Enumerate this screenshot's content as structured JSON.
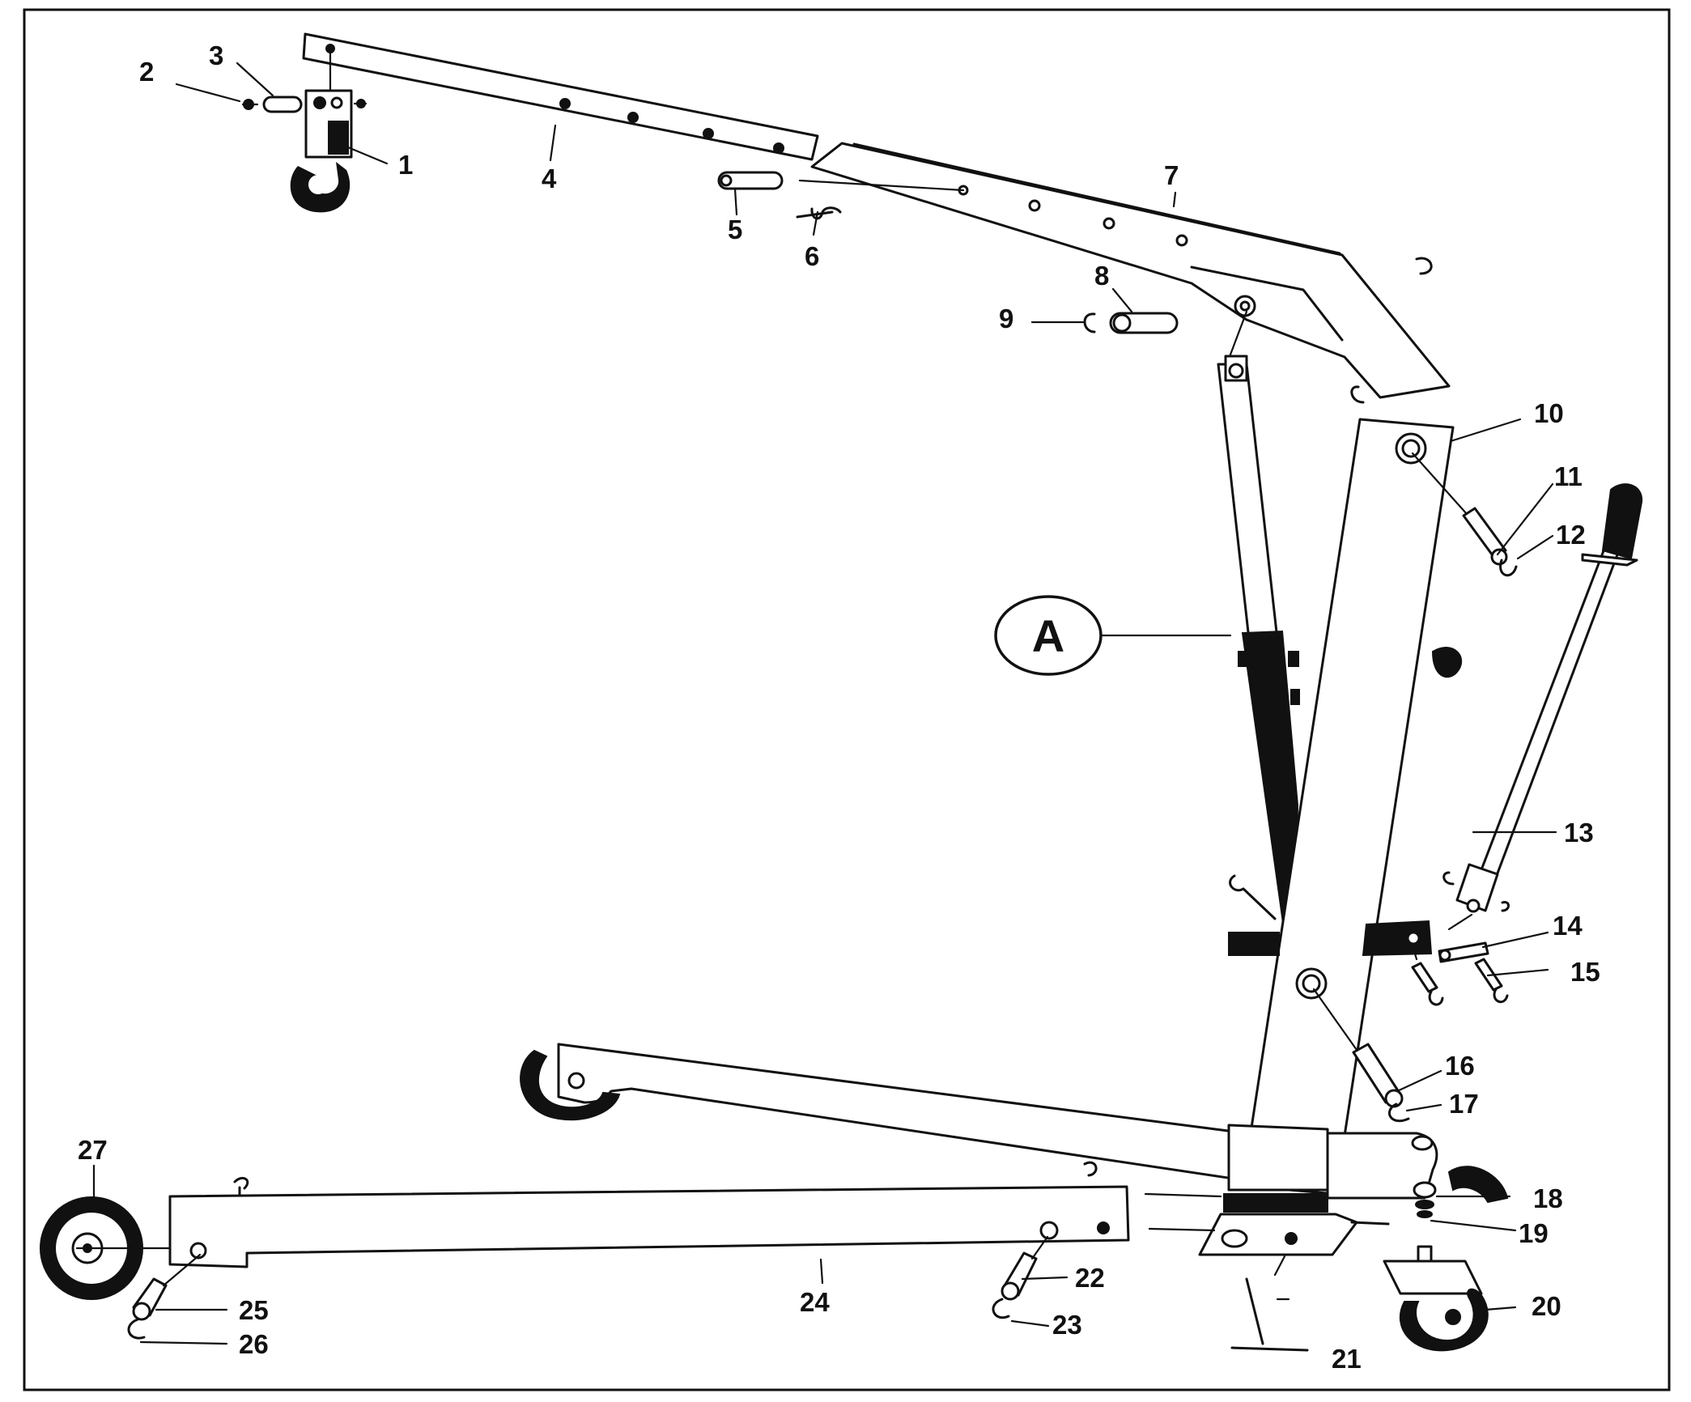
{
  "diagram": {
    "labels": {
      "p1": "1",
      "p2": "2",
      "p3": "3",
      "p4": "4",
      "p5": "5",
      "p6": "6",
      "p7": "7",
      "p8": "8",
      "p9": "9",
      "p10": "10",
      "p11": "11",
      "p12": "12",
      "p13": "13",
      "p14": "14",
      "p15": "15",
      "p16": "16",
      "p17": "17",
      "p18": "18",
      "p19": "19",
      "p20": "20",
      "p21": "21",
      "p22": "22",
      "p23": "23",
      "p24": "24",
      "p25": "25",
      "p26": "26",
      "p27": "27"
    },
    "callout": "A"
  }
}
